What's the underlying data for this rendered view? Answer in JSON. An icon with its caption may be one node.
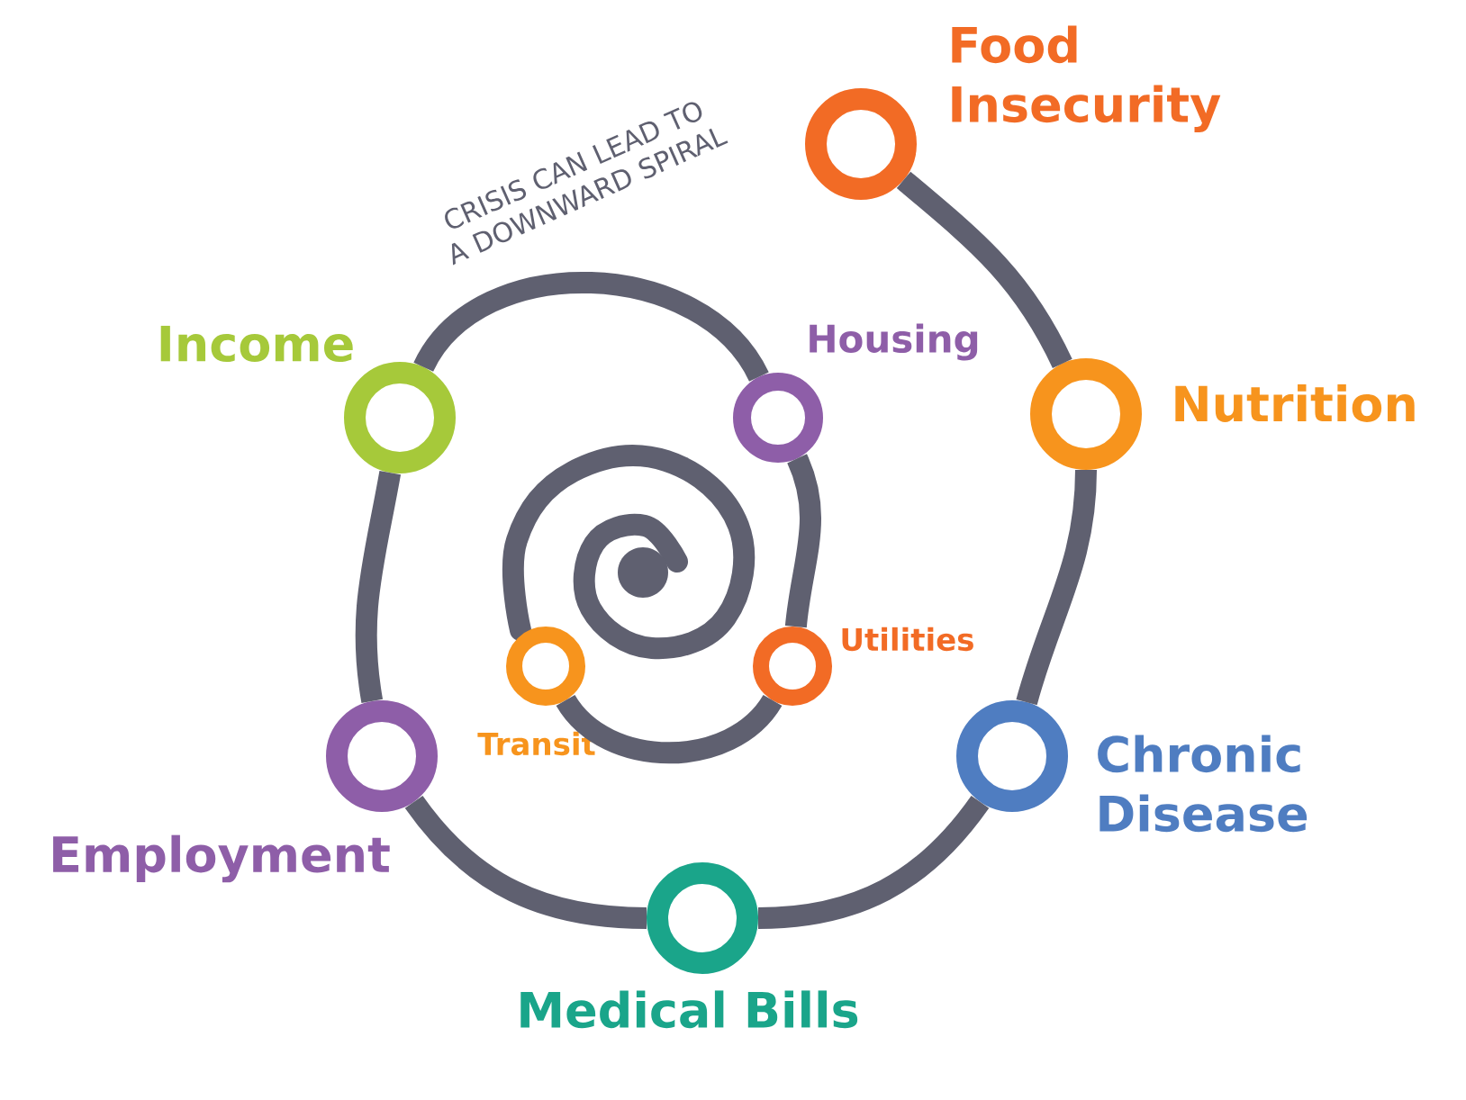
{
  "diagram": {
    "nodes": [
      {
        "text": [
          "Food Insecurity"
        ]
      },
      {
        "text": [
          "Nutrition"
        ]
      },
      {
        "text": [
          "Chronic Disease"
        ]
      },
      {
        "text": [
          "Medical Bills"
        ]
      },
      {
        "text": [
          "Employment"
        ]
      },
      {
        "text": [
          "Income"
        ]
      },
      {
        "text": [
          "Housing"
        ]
      },
      {
        "text": [
          "Utilities"
        ]
      },
      {
        "text": [
          "Transit"
        ]
      }
    ],
    "edges": [
      {
        "from": 0,
        "to": 1,
        "arrow": "none"
      },
      {
        "from": 1,
        "to": 2,
        "arrow": "none"
      },
      {
        "from": 2,
        "to": 3,
        "arrow": "none"
      },
      {
        "from": 3,
        "to": 4,
        "arrow": "none"
      },
      {
        "from": 4,
        "to": 5,
        "arrow": "none"
      },
      {
        "from": 5,
        "to": 6,
        "arrow": "none"
      },
      {
        "from": 6,
        "to": 7,
        "arrow": "none"
      },
      {
        "from": 7,
        "to": 8,
        "arrow": "none"
      }
    ],
    "labels": [
      "CRISIS CAN LEAD TO A DOWNWARD SPIRAL"
    ]
  }
}
